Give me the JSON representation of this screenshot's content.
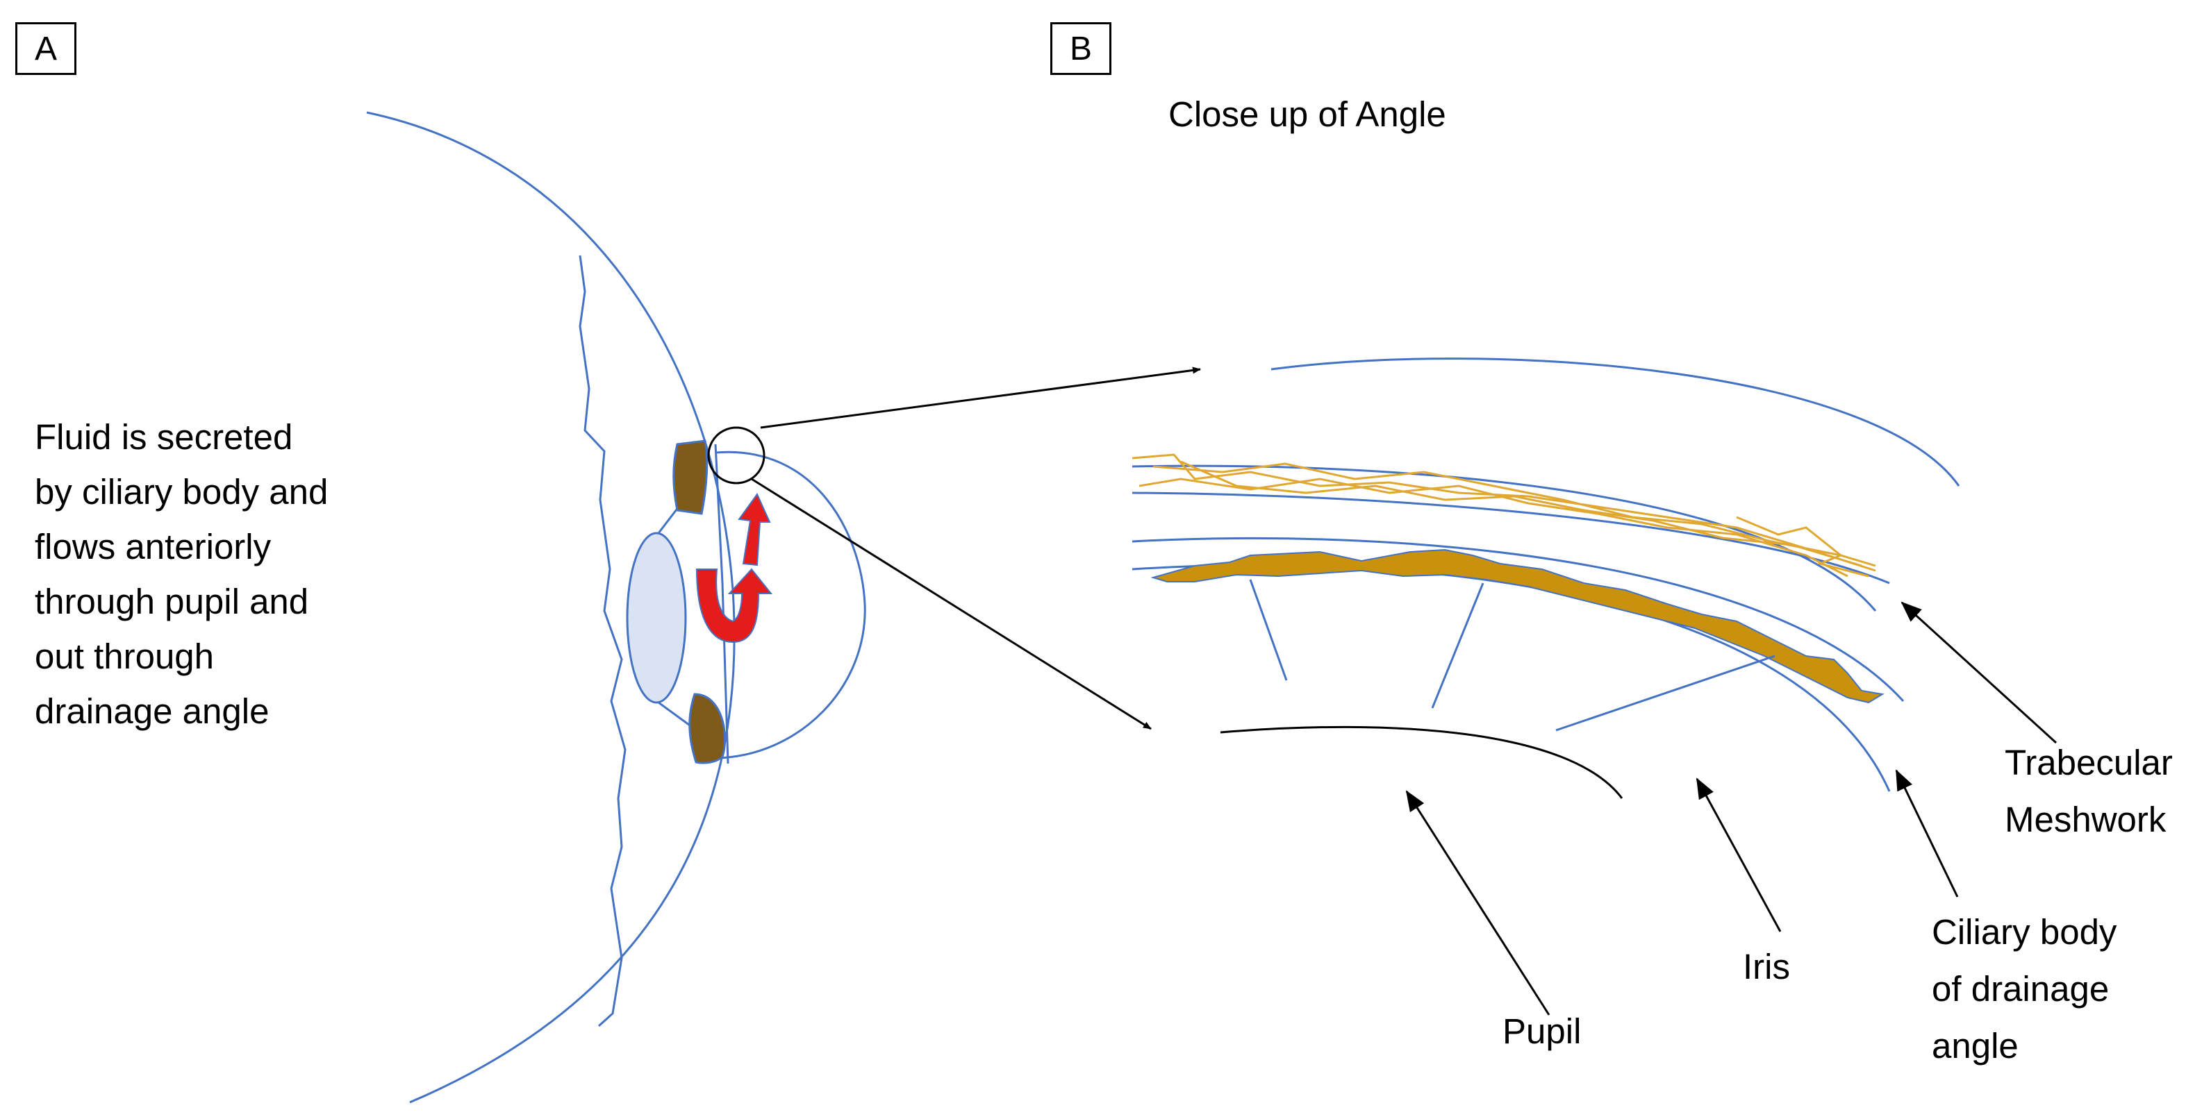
{
  "panels": {
    "a": "A",
    "b": "B"
  },
  "title_b": "Close up of Angle",
  "description": [
    "Fluid is secreted",
    "by ciliary body and",
    "flows anteriorly",
    "through pupil and",
    "out through",
    "drainage angle"
  ],
  "labels": {
    "trabecular": [
      "Trabecular",
      "Meshwork"
    ],
    "ciliary": [
      "Ciliary body",
      "of drainage",
      "angle"
    ],
    "iris": "Iris",
    "pupil": "Pupil"
  },
  "colors": {
    "outline_blue": "#4472C4",
    "lens_fill": "#DAE3F3",
    "ciliary_dark": "#7F5A18",
    "ciliary_gold": "#C8920F",
    "meshwork": "#E0A830",
    "flow_arrow": "#E51C1C"
  }
}
